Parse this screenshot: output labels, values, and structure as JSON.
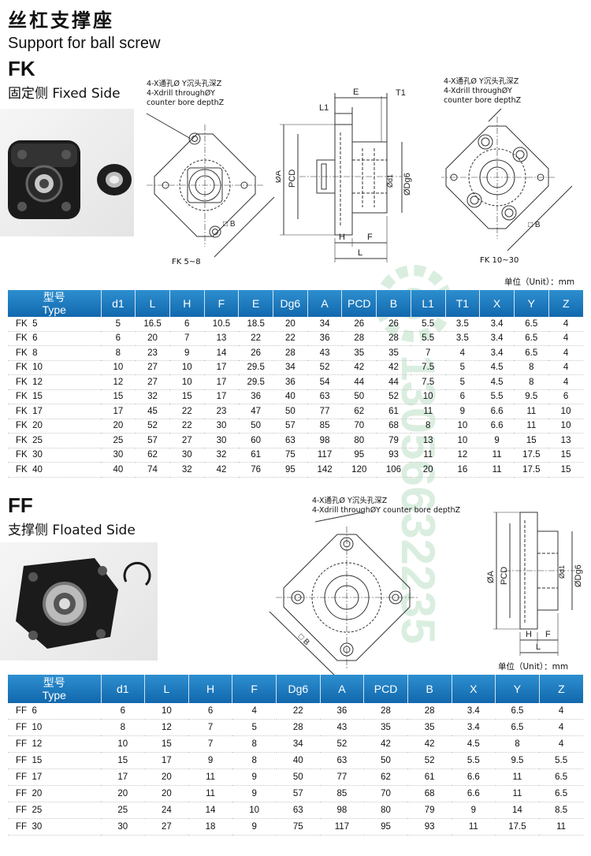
{
  "header": {
    "title_cn": "丝杠支撑座",
    "title_en": "Support for ball screw"
  },
  "fk": {
    "code": "FK",
    "subtitle": "固定侧 Fixed Side",
    "note_left": [
      "4-X通孔Ø Y沉头孔深Z",
      "4-Xdrill throughØY",
      "counter bore depthZ"
    ],
    "note_right": [
      "4-X通孔Ø Y沉头孔深Z",
      "4-Xdrill throughØY",
      "counter bore depthZ"
    ],
    "caption_small": "FK 5~8",
    "caption_large": "FK 10~30",
    "unit": "单位（Unit）：mm",
    "columns": [
      "型号\nType",
      "d1",
      "L",
      "H",
      "F",
      "E",
      "Dg6",
      "A",
      "PCD",
      "B",
      "L1",
      "T1",
      "X",
      "Y",
      "Z"
    ],
    "rows": [
      [
        "FK  5",
        "5",
        "16.5",
        "6",
        "10.5",
        "18.5",
        "20",
        "34",
        "26",
        "26",
        "5.5",
        "3.5",
        "3.4",
        "6.5",
        "4"
      ],
      [
        "FK  6",
        "6",
        "20",
        "7",
        "13",
        "22",
        "22",
        "36",
        "28",
        "28",
        "5.5",
        "3.5",
        "3.4",
        "6.5",
        "4"
      ],
      [
        "FK  8",
        "8",
        "23",
        "9",
        "14",
        "26",
        "28",
        "43",
        "35",
        "35",
        "7",
        "4",
        "3.4",
        "6.5",
        "4"
      ],
      [
        "FK  10",
        "10",
        "27",
        "10",
        "17",
        "29.5",
        "34",
        "52",
        "42",
        "42",
        "7.5",
        "5",
        "4.5",
        "8",
        "4"
      ],
      [
        "FK  12",
        "12",
        "27",
        "10",
        "17",
        "29.5",
        "36",
        "54",
        "44",
        "44",
        "7.5",
        "5",
        "4.5",
        "8",
        "4"
      ],
      [
        "FK  15",
        "15",
        "32",
        "15",
        "17",
        "36",
        "40",
        "63",
        "50",
        "52",
        "10",
        "6",
        "5.5",
        "9.5",
        "6"
      ],
      [
        "FK  17",
        "17",
        "45",
        "22",
        "23",
        "47",
        "50",
        "77",
        "62",
        "61",
        "11",
        "9",
        "6.6",
        "11",
        "10"
      ],
      [
        "FK  20",
        "20",
        "52",
        "22",
        "30",
        "50",
        "57",
        "85",
        "70",
        "68",
        "8",
        "10",
        "6.6",
        "11",
        "10"
      ],
      [
        "FK  25",
        "25",
        "57",
        "27",
        "30",
        "60",
        "63",
        "98",
        "80",
        "79",
        "13",
        "10",
        "9",
        "15",
        "13"
      ],
      [
        "FK  30",
        "30",
        "62",
        "30",
        "32",
        "61",
        "75",
        "117",
        "95",
        "93",
        "11",
        "12",
        "11",
        "17.5",
        "15"
      ],
      [
        "FK  40",
        "40",
        "74",
        "32",
        "42",
        "76",
        "95",
        "142",
        "120",
        "106",
        "20",
        "16",
        "11",
        "17.5",
        "15"
      ]
    ]
  },
  "ff": {
    "code": "FF",
    "subtitle": "支撑侧 Floated Side",
    "note": [
      "4-X通孔Ø Y沉头孔深Z",
      "4-Xdrill throughØY counter bore depthZ"
    ],
    "unit": "单位（Unit）：mm",
    "columns": [
      "型号\nType",
      "d1",
      "L",
      "H",
      "F",
      "Dg6",
      "A",
      "PCD",
      "B",
      "X",
      "Y",
      "Z"
    ],
    "rows": [
      [
        "FF  6",
        "6",
        "10",
        "6",
        "4",
        "22",
        "36",
        "28",
        "28",
        "3.4",
        "6.5",
        "4"
      ],
      [
        "FF  10",
        "8",
        "12",
        "7",
        "5",
        "28",
        "43",
        "35",
        "35",
        "3.4",
        "6.5",
        "4"
      ],
      [
        "FF  12",
        "10",
        "15",
        "7",
        "8",
        "34",
        "52",
        "42",
        "42",
        "4.5",
        "8",
        "4"
      ],
      [
        "FF  15",
        "15",
        "17",
        "9",
        "8",
        "40",
        "63",
        "50",
        "52",
        "5.5",
        "9.5",
        "5.5"
      ],
      [
        "FF  17",
        "17",
        "20",
        "11",
        "9",
        "50",
        "77",
        "62",
        "61",
        "6.6",
        "11",
        "6.5"
      ],
      [
        "FF  20",
        "20",
        "20",
        "11",
        "9",
        "57",
        "85",
        "70",
        "68",
        "6.6",
        "11",
        "6.5"
      ],
      [
        "FF  25",
        "25",
        "24",
        "14",
        "10",
        "63",
        "98",
        "80",
        "79",
        "9",
        "14",
        "8.5"
      ],
      [
        "FF  30",
        "30",
        "27",
        "18",
        "9",
        "75",
        "117",
        "95",
        "93",
        "11",
        "17.5",
        "11"
      ]
    ]
  },
  "dims": {
    "E": "E",
    "T1": "T1",
    "L1": "L1",
    "A": "ØA",
    "PCD": "PCD",
    "d1": "Ød1",
    "Dg6": "ØDg6",
    "H": "H",
    "F": "F",
    "L": "L",
    "B": "□ B"
  },
  "watermark": "13056632235",
  "colors": {
    "header_top": "#2d8fd0",
    "header_bottom": "#1268ad",
    "header_text": "#ffffff"
  }
}
